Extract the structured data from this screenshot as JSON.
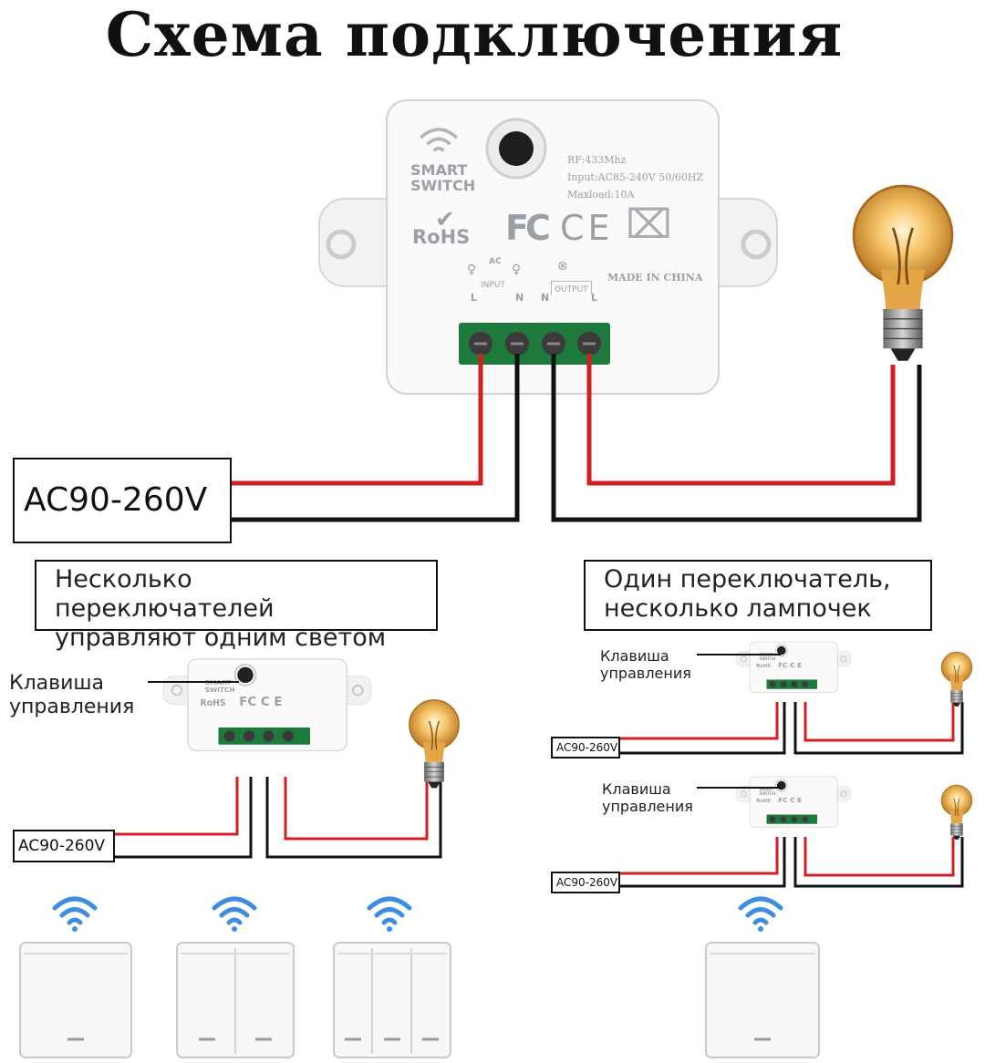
{
  "title": "Схема подключения",
  "main_device": {
    "brand_line1": "SMART",
    "brand_line2": "SWITCH",
    "rohs": "RoHS",
    "fc": "FC",
    "ce": "CE",
    "spec_rf": "RF:433Mhz",
    "spec_input": "Input:AC85-240V 50/60HZ",
    "spec_load": "Maxload:10A",
    "made_in": "MADE IN CHINA",
    "ac": "AC",
    "input": "INPUT",
    "output": "OUTPUT",
    "term_l1": "L",
    "term_n1": "N",
    "term_n2": "N",
    "term_l2": "L"
  },
  "supply_label": "AC90-260V",
  "caption_left": {
    "line1": "Несколько переключателей",
    "line2": "управляют одним светом"
  },
  "caption_right": {
    "line1": "Один переключатель,",
    "line2": "несколько лампочек"
  },
  "control_key_label": {
    "line1": "Клавиша",
    "line2": "управления"
  },
  "colors": {
    "live_wire": "#d22020",
    "neutral_wire": "#111111",
    "terminal_green": "#1d7a3c",
    "wifi_blue": "#3c8fe0",
    "bulb_glow": "#f5b84a"
  }
}
